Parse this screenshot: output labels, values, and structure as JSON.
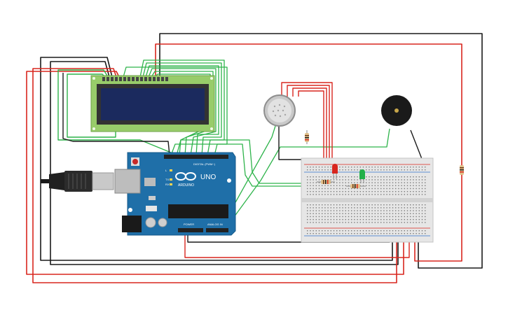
{
  "arduino": {
    "brand": "ARDUINO",
    "model": "UNO",
    "digital_label": "DIGITAL (PWM~)",
    "power_label": "POWER",
    "analog_label": "ANALOG IN",
    "led_labels": [
      "L",
      "TX",
      "RX"
    ],
    "board_color": "#1f6fa8"
  },
  "lcd": {
    "screen_color": "#1b2a5e",
    "pcb_color": "#98cc6a"
  },
  "leds": [
    {
      "color": "#d8261e",
      "name": "red"
    },
    {
      "color": "#22b04a",
      "name": "green"
    }
  ],
  "wire_colors": {
    "red": "#d8261e",
    "black": "#1a1a1a",
    "green": "#2db34a"
  },
  "icons": [
    "usb-plug-icon",
    "buzzer-icon",
    "gas-sensor-icon"
  ]
}
